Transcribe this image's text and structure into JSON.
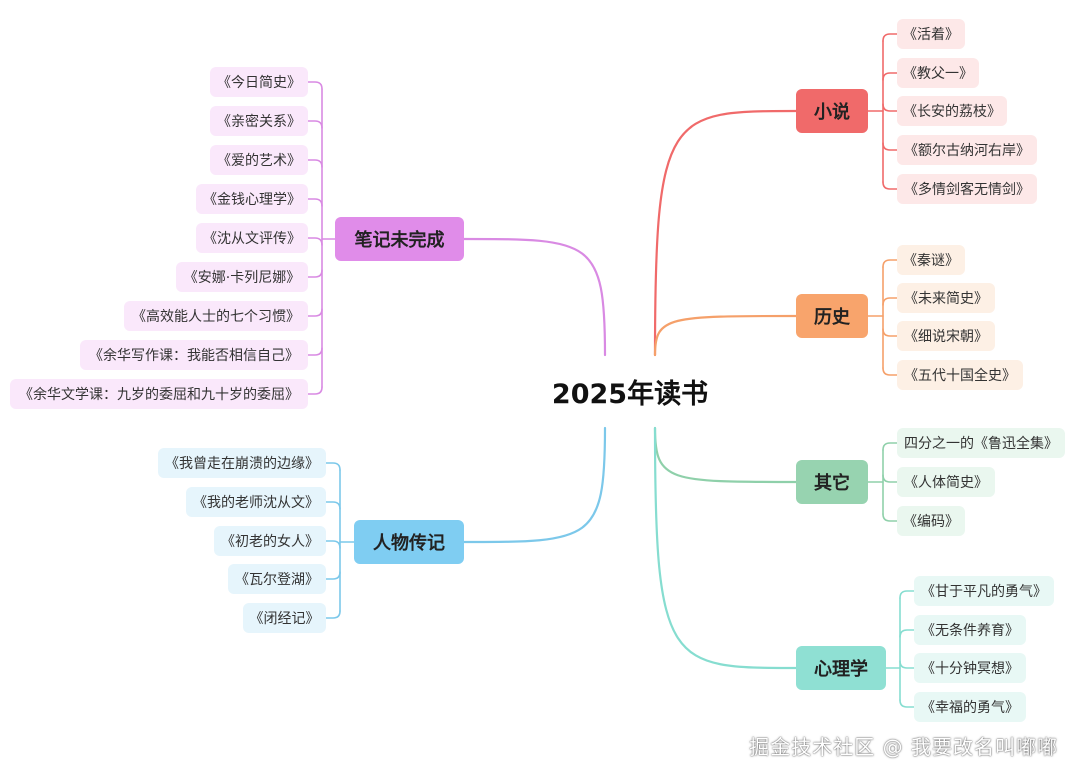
{
  "title": "2025年读书",
  "branches": [
    {
      "id": "fiction",
      "label": "小说",
      "color": "#f06a6a",
      "bg": "#f06a6a",
      "leafBg": "#fde8e8",
      "items": [
        "《活着》",
        "《教父一》",
        "《长安的荔枝》",
        "《额尔古纳河右岸》",
        "《多情剑客无情剑》"
      ]
    },
    {
      "id": "history",
      "label": "历史",
      "color": "#f5a06a",
      "bg": "#f8a46c",
      "leafBg": "#fdf0e5",
      "items": [
        "《秦谜》",
        "《未来简史》",
        "《细说宋朝》",
        "《五代十国全史》"
      ]
    },
    {
      "id": "other",
      "label": "其它",
      "color": "#8fd0aa",
      "bg": "#97d3b0",
      "leafBg": "#eaf7ef",
      "items": [
        "四分之一的《鲁迅全集》",
        "《人体简史》",
        "《编码》"
      ]
    },
    {
      "id": "psychology",
      "label": "心理学",
      "color": "#86ddd0",
      "bg": "#8fe0d3",
      "leafBg": "#e8f8f5",
      "items": [
        "《甘于平凡的勇气》",
        "《无条件养育》",
        "《十分钟冥想》",
        "《幸福的勇气》"
      ]
    },
    {
      "id": "notes",
      "label": "笔记未完成",
      "color": "#d98ae3",
      "bg": "#e08ce9",
      "leafBg": "#fae8fb",
      "items": [
        "《今日简史》",
        "《亲密关系》",
        "《爱的艺术》",
        "《金钱心理学》",
        "《沈从文评传》",
        "《安娜·卡列尼娜》",
        "《高效能人士的七个习惯》",
        "《余华写作课：我能否相信自己》",
        "《余华文学课：九岁的委屈和九十岁的委屈》"
      ]
    },
    {
      "id": "biography",
      "label": "人物传记",
      "color": "#7cc8ea",
      "bg": "#7fcdf2",
      "leafBg": "#e6f5fc",
      "items": [
        "《我曾走在崩溃的边缘》",
        "《我的老师沈从文》",
        "《初老的女人》",
        "《瓦尔登湖》",
        "《闭经记》"
      ]
    }
  ],
  "watermark": "掘金技术社区 @ 我要改名叫嘟嘟"
}
